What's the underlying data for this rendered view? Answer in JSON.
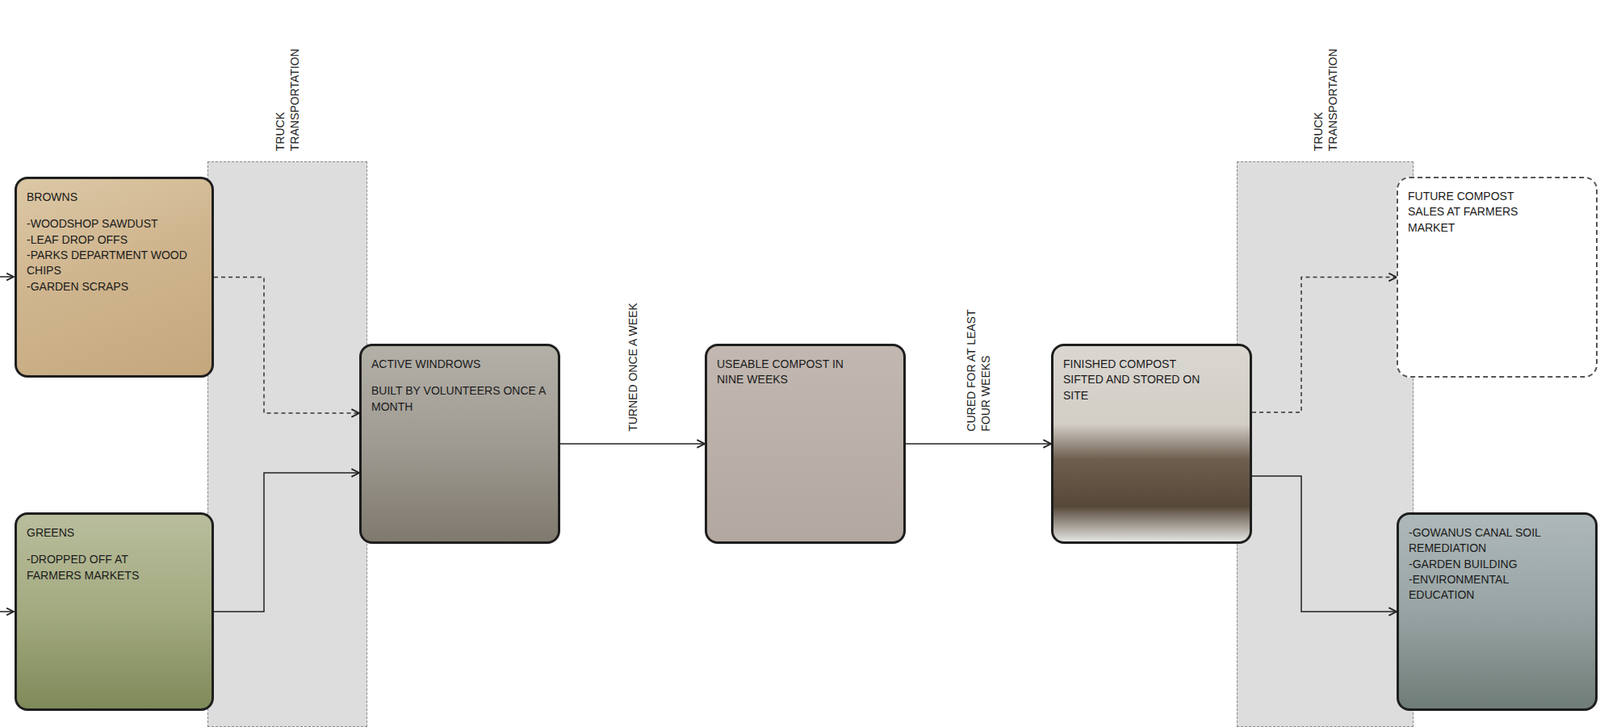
{
  "diagram": {
    "nodes": [
      {
        "text": [
          "BROWNS",
          "-WOODSHOP SAWDUST",
          "-LEAF DROP OFFS",
          "-PARKS DEPARTMENT WOOD CHIPS",
          "-GARDEN SCRAPS"
        ]
      },
      {
        "text": [
          "GREENS",
          "-DROPPED OFF AT FARMERS MARKETS"
        ]
      },
      {
        "text": [
          "TRUCK TRANSPORTATION"
        ]
      },
      {
        "text": [
          "ACTIVE WINDROWS",
          "BUILT BY VOLUNTEERS ONCE A MONTH"
        ]
      },
      {
        "text": [
          "USEABLE COMPOST IN NINE WEEKS"
        ]
      },
      {
        "text": [
          "FINISHED COMPOST SIFTED AND STORED ON SITE"
        ]
      },
      {
        "text": [
          "TRUCK TRANSPORTATION"
        ]
      },
      {
        "text": [
          "FUTURE COMPOST SALES AT FARMERS MARKET"
        ]
      },
      {
        "text": [
          "-GOWANUS CANAL SOIL REMEDIATION",
          "-GARDEN BUILDING",
          "-ENVIRONMENTAL EDUCATION"
        ]
      }
    ],
    "edges": [
      {
        "from": 0,
        "to": 3,
        "arrow": "to"
      },
      {
        "from": 1,
        "to": 3,
        "arrow": "to"
      },
      {
        "from": 3,
        "to": 4,
        "label": "TURNED ONCE A WEEK",
        "arrow": "to"
      },
      {
        "from": 4,
        "to": 5,
        "label": "CURED FOR AT LEAST FOUR WEEKS",
        "arrow": "to"
      },
      {
        "from": 5,
        "to": 7,
        "arrow": "to"
      },
      {
        "from": 5,
        "to": 8,
        "arrow": "to"
      }
    ]
  }
}
